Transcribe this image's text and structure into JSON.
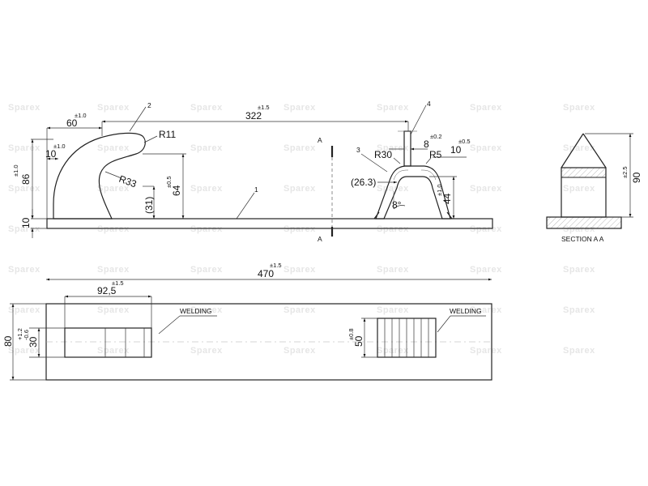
{
  "watermark": "Sparex",
  "dims": {
    "d322": "322",
    "d322_tol": "±1.5",
    "d60": "60",
    "d60_tol": "±1.0",
    "d10a": "10",
    "d10a_tol": "±1.0",
    "d86": "86",
    "d86_tol": "±1.0",
    "r11": "R11",
    "r33": "R33",
    "d31": "(31)",
    "d64": "64",
    "d64_tol": "±0.5",
    "d10_plate": "10",
    "r30": "R30",
    "r5": "R5",
    "d8": "8",
    "d8_tol": "±0.2",
    "d10b": "10",
    "d10b_tol": "±0.5",
    "d26": "(26.3)",
    "d44": "44",
    "d44_tol": "±1.0",
    "ang8": "8°",
    "d90": "90",
    "d90_tol": "±2.5",
    "d470": "470",
    "d470_tol": "±1.5",
    "d925": "92,5",
    "d925_tol": "±1.5",
    "d80": "80",
    "d30": "30",
    "d30_tol_up": "+1.2",
    "d30_tol_dn": "-0.6",
    "d50": "50",
    "d50_tol": "±0.8"
  },
  "notes": {
    "section_label": "SECTION A A",
    "section_mark_top": "A",
    "section_mark_bottom": "A",
    "welding_left": "WELDING",
    "welding_right": "WELDING"
  },
  "callouts": {
    "c1": "1",
    "c2": "2",
    "c3": "3",
    "c4": "4"
  }
}
